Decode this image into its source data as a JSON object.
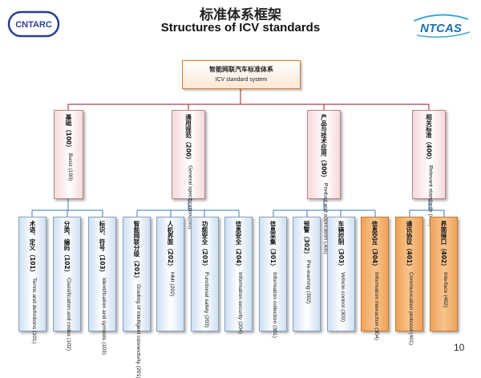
{
  "header": {
    "logo_left": "CNTARC",
    "logo_right": "NTCAS",
    "title_cn": "标准体系框架",
    "title_en": "Structures of ICV standards"
  },
  "colors": {
    "level1": "#f6d9da",
    "level2": "#cfe0f3",
    "level2_highlight": "#f0a259",
    "connector": "#b0404a",
    "root_border": "#e07a2e"
  },
  "diagram": {
    "root": {
      "cn": "智能网联汽车标准体系",
      "en": "ICV standard system"
    },
    "categories": [
      {
        "cn": "基础（100）",
        "en": "Basis (100)",
        "children": [
          {
            "cn": "术语、定义（101）",
            "en": "Terms and definitions (101)",
            "highlight": false
          },
          {
            "cn": "分类、编码（102）",
            "en": "Classification and codes (102)",
            "highlight": false
          },
          {
            "cn": "标识、符号（103）",
            "en": "Identification and symbols (103)",
            "highlight": false
          }
        ]
      },
      {
        "cn": "通用规范（200）",
        "en": "General specification(200)",
        "children": [
          {
            "cn": "智能网联分级（201）",
            "en": "Grading of intelligent connectivity (201)",
            "highlight": false
          },
          {
            "cn": "人机界面（202）",
            "en": "HMI (202)",
            "highlight": false
          },
          {
            "cn": "功能安全（203）",
            "en": "Functional safety (203)",
            "highlight": false
          },
          {
            "cn": "信息安全（204）",
            "en": "Information security (204)",
            "highlight": false
          }
        ]
      },
      {
        "cn": "产品与技术应用（300）",
        "en": "Product and application (300)",
        "children": [
          {
            "cn": "信息采集（301）",
            "en": "Information collection (301)",
            "highlight": false
          },
          {
            "cn": "预警（302）",
            "en": "Pre-warning (302)",
            "highlight": false
          },
          {
            "cn": "车辆控制（303）",
            "en": "Vehicle control (303)",
            "highlight": false
          },
          {
            "cn": "信息交互（304）",
            "en": "Information interaction (304)",
            "highlight": true
          }
        ]
      },
      {
        "cn": "相关标准（400）",
        "en": "Relevant standards (400)",
        "children": [
          {
            "cn": "通讯协议（401）",
            "en": "Communication protocol (401)",
            "highlight": true
          },
          {
            "cn": "界面接口（402）",
            "en": "Interface (402)",
            "highlight": true
          }
        ]
      }
    ]
  },
  "footer": {
    "page_number": "10"
  }
}
